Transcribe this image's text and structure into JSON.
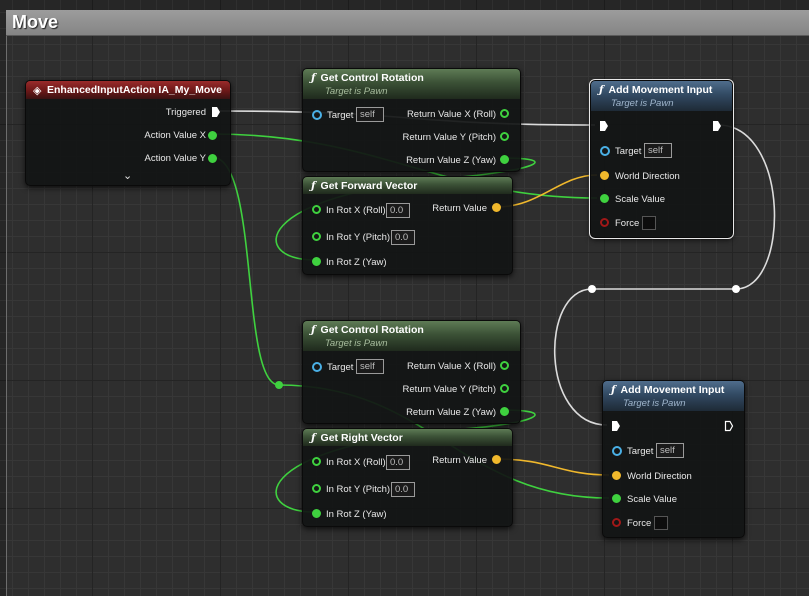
{
  "comment": {
    "title": "Move"
  },
  "input_action": {
    "title": "EnhancedInputAction IA_My_Move",
    "pins": {
      "triggered": "Triggered",
      "action_x": "Action Value X",
      "action_y": "Action Value Y"
    }
  },
  "get_control_rotation_1": {
    "title": "Get Control Rotation",
    "subtitle": "Target is Pawn",
    "target_label": "Target",
    "target_value": "self",
    "outputs": [
      "Return Value X (Roll)",
      "Return Value Y (Pitch)",
      "Return Value Z (Yaw)"
    ]
  },
  "get_forward_vector": {
    "title": "Get Forward Vector",
    "inputs": [
      {
        "label": "In Rot X (Roll)",
        "value": "0.0"
      },
      {
        "label": "In Rot Y (Pitch)",
        "value": "0.0"
      },
      {
        "label": "In Rot Z (Yaw)",
        "value": ""
      }
    ],
    "return_label": "Return Value"
  },
  "add_movement_input_1": {
    "title": "Add Movement Input",
    "subtitle": "Target is Pawn",
    "target_label": "Target",
    "target_value": "self",
    "world_direction": "World Direction",
    "scale_value": "Scale Value",
    "force": "Force"
  },
  "get_control_rotation_2": {
    "title": "Get Control Rotation",
    "subtitle": "Target is Pawn",
    "target_label": "Target",
    "target_value": "self",
    "outputs": [
      "Return Value X (Roll)",
      "Return Value Y (Pitch)",
      "Return Value Z (Yaw)"
    ]
  },
  "get_right_vector": {
    "title": "Get Right Vector",
    "inputs": [
      {
        "label": "In Rot X (Roll)",
        "value": "0.0"
      },
      {
        "label": "In Rot Y (Pitch)",
        "value": "0.0"
      },
      {
        "label": "In Rot Z (Yaw)",
        "value": ""
      }
    ],
    "return_label": "Return Value"
  },
  "add_movement_input_2": {
    "title": "Add Movement Input",
    "subtitle": "Target is Pawn",
    "target_label": "Target",
    "target_value": "self",
    "world_direction": "World Direction",
    "scale_value": "Scale Value",
    "force": "Force"
  },
  "colors": {
    "float_pin": "#3fd13f",
    "vector_pin": "#f0b82c",
    "object_pin": "#4ab0e6",
    "bool_pin": "#a01818",
    "exec_wire": "#dcdcdc",
    "function_header": "#3b5136",
    "target_function_header": "#324a63",
    "event_header": "#6b1818"
  }
}
